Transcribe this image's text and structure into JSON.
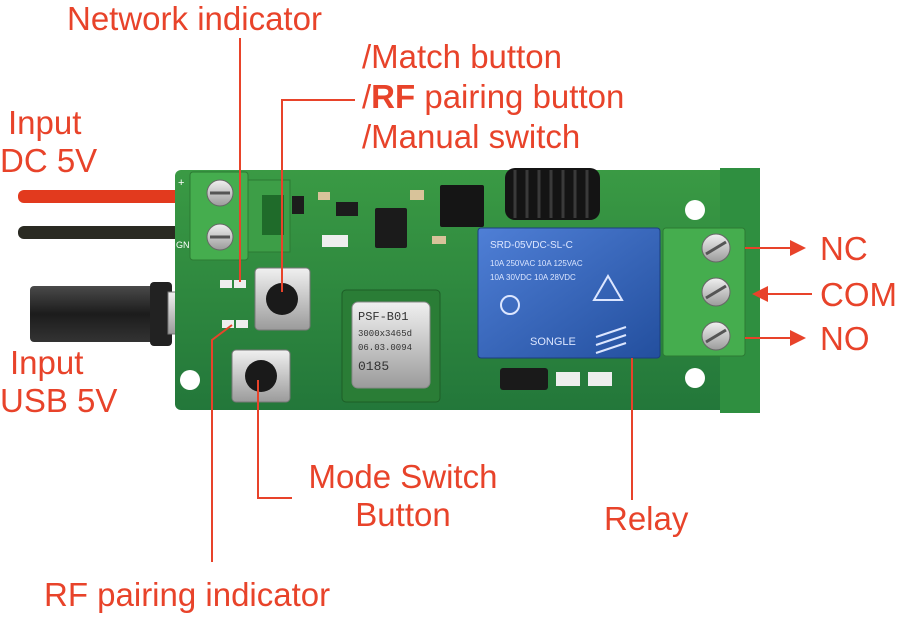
{
  "labels": {
    "network_indicator": "Network indicator",
    "match_button": "/Match button",
    "rf_pairing_button_prefix": "/",
    "rf_pairing_button_bold": "RF",
    "rf_pairing_button_rest": " pairing button",
    "manual_switch": "/Manual switch",
    "input_dc_line1": "Input",
    "input_dc_line2": "DC 5V",
    "input_usb_line1": "Input",
    "input_usb_line2": "USB 5V",
    "nc": "NC",
    "com": "COM",
    "no": "NO",
    "mode_switch_line1": "Mode Switch",
    "mode_switch_line2": "Button",
    "relay": "Relay",
    "rf_pairing_indicator": "RF pairing indicator"
  },
  "board_markings": {
    "power_plus": "+",
    "power_ground": "GN",
    "module_line1": "PSF-B01",
    "module_line2": "3000x3465d",
    "module_line3": "06.03.0094",
    "module_line4": "0185",
    "relay_model": "SRD-05VDC-SL-C",
    "relay_rating1": "10A 250VAC  10A 125VAC",
    "relay_rating2": "10A 30VDC  10A 28VDC",
    "relay_brand": "SONGLE"
  },
  "colors": {
    "label_red": "#e8432a",
    "pcb_green": "#2e8b3a",
    "relay_blue": "#2f5fb8",
    "terminal_green": "#3ca046"
  }
}
